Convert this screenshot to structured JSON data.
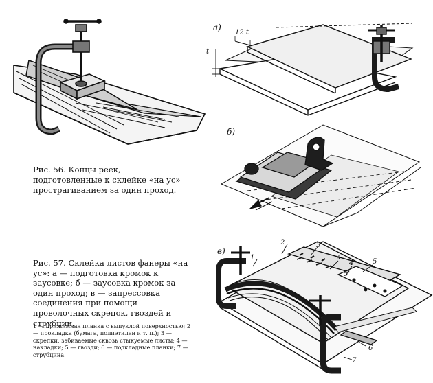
{
  "fig56": {
    "caption": "Рис. 56. Концы реек, подготовленные к склейке «на ус» прострагиванием за один проход."
  },
  "fig57": {
    "caption": "Рис. 57. Склейка листов фанеры «на ус»: а — подготовка кромок к заусовке; б — заусовка кромок за один проход; в — запрессовка соединения при помощи проволочных скрепок, гвоздей и струбцин.",
    "legend": "1 — прижимная планка с выпуклой поверхностью; 2 — прокладка (бумага, полиэтилен и т. п.); 3 — скрепки, забиваемые сквозь стыкуемые листы; 4 — накладки; 5 — гвозди; 6 — подкладные планки; 7 — струбцина.",
    "panel_a": "а)",
    "panel_b": "б)",
    "panel_c": "в)",
    "dim_12t": "12 t",
    "dim_t": "t",
    "parts": [
      "1",
      "2",
      "3",
      "4",
      "4",
      "5",
      "5'",
      "6",
      "7"
    ]
  }
}
